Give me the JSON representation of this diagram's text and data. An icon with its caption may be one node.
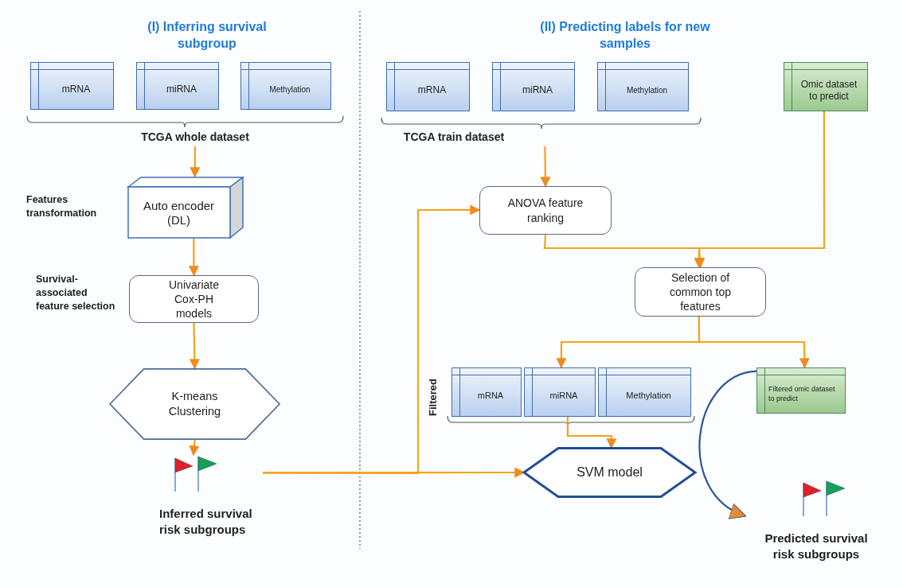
{
  "diagram": {
    "nodes": [
      {
        "text": [
          "mRNA"
        ]
      },
      {
        "text": [
          "miRNA"
        ]
      },
      {
        "text": [
          "Methylation"
        ]
      },
      {
        "text": [
          "TCGA whole dataset"
        ]
      },
      {
        "text": [
          "Auto encoder (DL)"
        ],
        "beside": [
          "Features transformation"
        ]
      },
      {
        "text": [
          "Univariate Cox-PH models"
        ],
        "beside": [
          "Survival-associated feature selection"
        ]
      },
      {
        "text": [
          "K-means Clustering"
        ]
      },
      {
        "text": [
          "Inferred survival risk subgroups"
        ]
      },
      {
        "text": [
          "mRNA"
        ]
      },
      {
        "text": [
          "miRNA"
        ]
      },
      {
        "text": [
          "Methylation"
        ]
      },
      {
        "text": [
          "Omic dataset to predict"
        ]
      },
      {
        "text": [
          "TCGA train dataset"
        ]
      },
      {
        "text": [
          "ANOVA feature ranking"
        ]
      },
      {
        "text": [
          "Selection of common top features"
        ]
      },
      {
        "text": [
          "mRNA"
        ]
      },
      {
        "text": [
          "miRNA"
        ]
      },
      {
        "text": [
          "Methylation"
        ]
      },
      {
        "text": [
          "Filtered omic dataset to predict"
        ]
      },
      {
        "text": [
          "SVM model"
        ]
      },
      {
        "text": [
          "Predicted survival risk subgroups"
        ]
      }
    ],
    "edges": [
      {
        "from": 3,
        "to": 4,
        "arrow": "to"
      },
      {
        "from": 4,
        "to": 5,
        "arrow": "to"
      },
      {
        "from": 5,
        "to": 6,
        "arrow": "to"
      },
      {
        "from": 6,
        "to": 7,
        "arrow": "to"
      },
      {
        "from": 7,
        "to": 19,
        "arrow": "to"
      },
      {
        "from": 7,
        "to": 13,
        "arrow": "to"
      },
      {
        "from": 12,
        "to": 13,
        "arrow": "to"
      },
      {
        "from": 13,
        "to": 14,
        "arrow": "to"
      },
      {
        "from": 11,
        "to": 14,
        "arrow": "to"
      },
      {
        "from": 14,
        "to": 16,
        "arrow": "to"
      },
      {
        "from": 14,
        "to": 18,
        "arrow": "to"
      },
      {
        "from": 16,
        "to": 19,
        "arrow": "to"
      },
      {
        "from": 18,
        "to": 20,
        "arrow": "to",
        "color": "#2b5797"
      }
    ],
    "labels": [
      "(I) Inferring survival subgroup",
      "(II) Predicting labels for new samples",
      "Filtered"
    ]
  }
}
